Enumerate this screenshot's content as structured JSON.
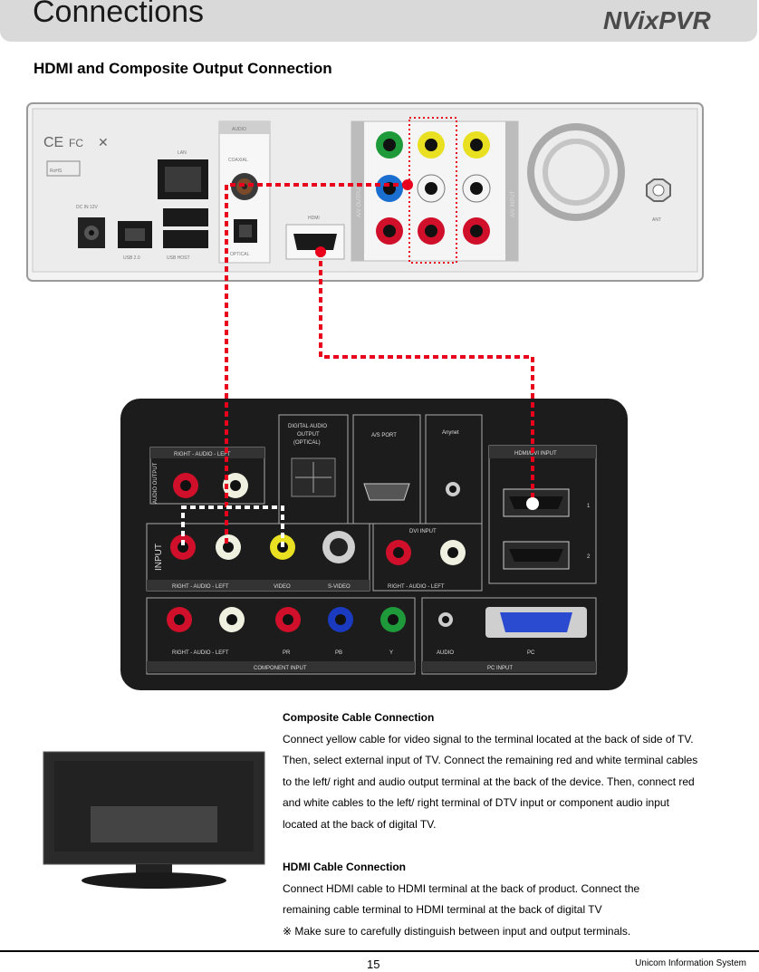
{
  "header": {
    "title": "Connections",
    "logo_text": "NVixPVR"
  },
  "section_title": "HDMI and Composite Output Connection",
  "device_panel": {
    "labels": {
      "audio": "AUDIO",
      "coaxial": "COAXIAL",
      "optical": "OPTICAL",
      "lan": "LAN",
      "hdmi": "HDMI",
      "av_output": "A/V OUTPUT",
      "av_input": "A/V INPUT",
      "ant": "ANT",
      "dc_in": "DC IN 12V",
      "usb1": "USB 2.0",
      "usb2": "USB HOST",
      "rohs": "RoHS"
    }
  },
  "tv_panel": {
    "labels": {
      "audio_output_side": "AUDIO OUTPUT",
      "right_audio_left": "RIGHT - AUDIO - LEFT",
      "digital_audio_output": [
        "DIGITAL AUDIO",
        "OUTPUT",
        "(OPTICAL)"
      ],
      "as_port": "A/S PORT",
      "anynet": "Anynet",
      "hdmi_dvi_input": "HDMI/DVI INPUT",
      "input_side": "INPUT",
      "video": "VIDEO",
      "s_video": "S-VIDEO",
      "dvi_input": "DVI INPUT",
      "pr": "PR",
      "pb": "PB",
      "y": "Y",
      "audio": "AUDIO",
      "pc": "PC",
      "component_input": "COMPONENT INPUT",
      "pc_input": "PC INPUT",
      "port1": "1",
      "port2": "2"
    }
  },
  "instructions": {
    "composite_heading": "Composite Cable Connection",
    "composite_lines": [
      "Connect yellow cable for video signal to the terminal located at the back of side of TV.",
      "Then, select external input of TV. Connect the remaining red and white terminal cables",
      "to the left/ right and audio output terminal at the back of the device. Then, connect red",
      "and white cables to the left/ right terminal of DTV input or component audio input",
      "located at the back of digital TV."
    ],
    "hdmi_heading": "HDMI Cable Connection",
    "hdmi_lines": [
      "Connect HDMI cable to HDMI terminal at the back of product. Connect the",
      "remaining cable terminal to HDMI terminal at the back of digital TV",
      "※  Make sure to carefully distinguish between input and output terminals."
    ]
  },
  "footer": {
    "page_number": "15",
    "company": "Unicom Information System"
  },
  "colors": {
    "cable": "#e8001c",
    "header_bg": "#d9d9d9",
    "panel_dark": "#1c1c1c"
  }
}
